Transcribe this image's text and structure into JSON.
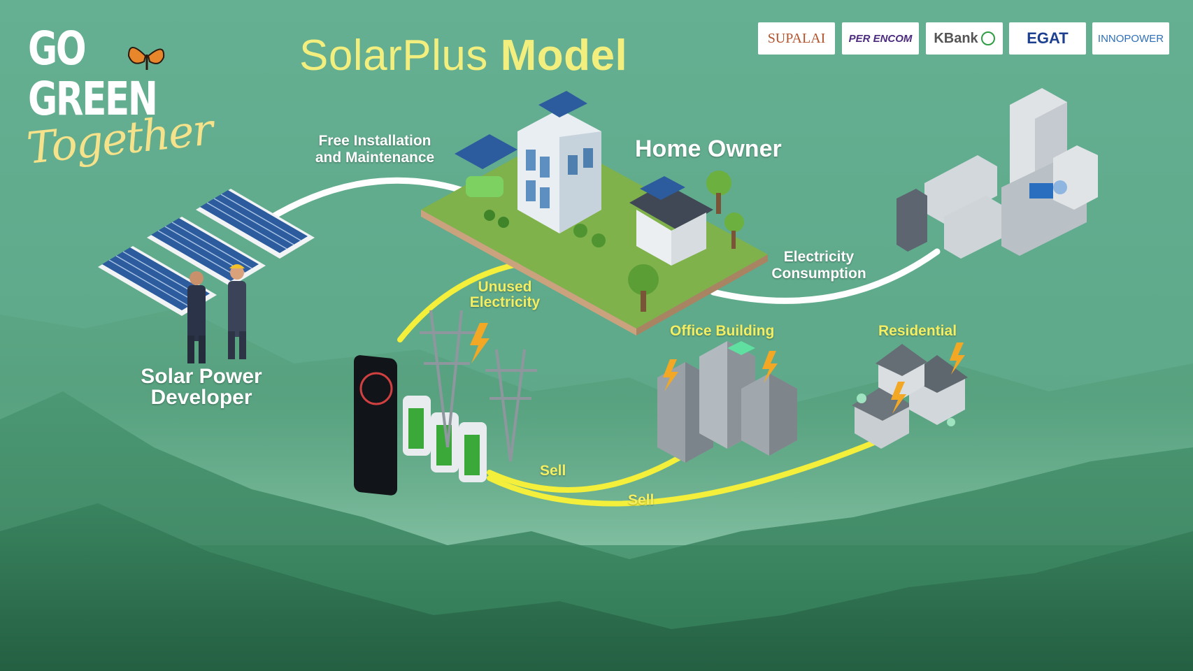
{
  "header": {
    "title_light": "SolarPlus",
    "title_bold": "Model"
  },
  "brand": {
    "line1": "GO",
    "line2": "GREEN",
    "script": "Together"
  },
  "partners": [
    {
      "name": "SUPALAI",
      "color": "#b3532e"
    },
    {
      "name": "PER ENCOM",
      "color": "#4b2a7f"
    },
    {
      "name": "KBank",
      "color": "#555555"
    },
    {
      "name": "EGAT",
      "color": "#1d3f8f"
    },
    {
      "name": "INNOPOWER",
      "color": "#2e6fb6"
    }
  ],
  "nodes": {
    "developer": "Solar Power Developer",
    "home_owner": "Home Owner",
    "office": "Office Building",
    "residential": "Residential"
  },
  "flows": {
    "free_install": "Free Installation and Maintenance",
    "consumption": "Electricity Consumption",
    "unused": "Unused Electricity",
    "sell_office": "Sell",
    "sell_residential": "Sell"
  },
  "colors": {
    "background": "#63ad8f",
    "accent_yellow": "#f4ef62",
    "title_yellow": "#f3ef7e",
    "mountain_dark": "#2f7a55"
  }
}
